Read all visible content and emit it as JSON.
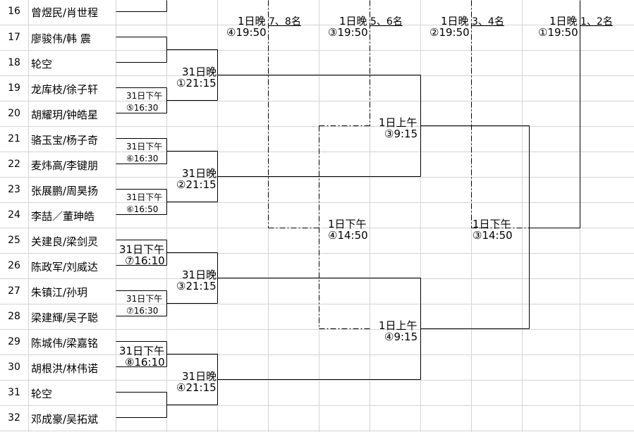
{
  "row_numbers": [
    "16",
    "17",
    "18",
    "19",
    "20",
    "21",
    "22",
    "23",
    "24",
    "25",
    "26",
    "27",
    "28",
    "29",
    "30",
    "31",
    "32"
  ],
  "players": [
    "曾煜民/肖世程",
    "廖骏伟/韩 震",
    "轮空",
    "龙库枝/徐子轩",
    "胡耀玥/钟皓星",
    "骆玉宝/杨子奇",
    "麦炜高/李键朋",
    "张展鹏/周昊扬",
    "李喆／董珅皓",
    "关建良/梁剑灵",
    "陈政军/刘威达",
    "朱镇江/孙玥",
    "梁建輝/吴子聪",
    "陈城伟/梁嘉铭",
    "胡根洪/林伟诺",
    "轮空",
    "邓成豪/吴拓斌"
  ],
  "r1_matches": [
    {
      "day": "31日下午",
      "time": "⑤16:30"
    },
    {
      "day": "31日下午",
      "time": "⑥16:30"
    },
    {
      "day": "31日下午",
      "time": "⑥16:50"
    },
    {
      "day": "31日下午",
      "time": "⑦16:10"
    },
    {
      "day": "31日下午",
      "time": "⑦16:30"
    },
    {
      "day": "31日下午",
      "time": "⑧16:10"
    }
  ],
  "r2_matches": [
    {
      "day": "31日晚",
      "time": "①21:15"
    },
    {
      "day": "31日晚",
      "time": "②21:15"
    },
    {
      "day": "31日晚",
      "time": "③21:15"
    },
    {
      "day": "31日晚",
      "time": "④21:15"
    }
  ],
  "semi_matches": [
    {
      "day": "1日上午",
      "time": "③9:15"
    },
    {
      "day": "1日上午",
      "time": "④9:15"
    }
  ],
  "pm_matches": [
    {
      "day": "1日下午",
      "time": "④14:50"
    },
    {
      "day": "1日下午",
      "time": "③14:50"
    }
  ],
  "finals": [
    {
      "day": "1日晚",
      "time": "④19:50",
      "rank": "7、8名"
    },
    {
      "day": "1日晚",
      "time": "③19:50",
      "rank": "5、6名"
    },
    {
      "day": "1日晚",
      "time": "②19:50",
      "rank": "3、4名"
    },
    {
      "day": "1日晚",
      "time": "①19:50",
      "rank": "1、2名"
    }
  ]
}
